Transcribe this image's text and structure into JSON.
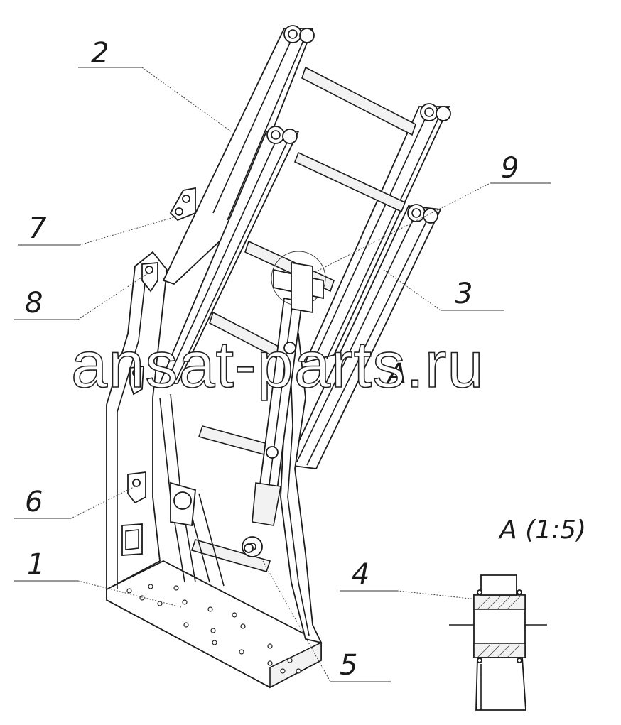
{
  "callouts": {
    "c1": "1",
    "c2": "2",
    "c3": "3",
    "c4": "4",
    "c5": "5",
    "c6": "6",
    "c7": "7",
    "c8": "8",
    "c9": "9"
  },
  "detail_marker": "A",
  "detail_view_title": "A (1:5)",
  "watermark": "ansat-parts.ru"
}
